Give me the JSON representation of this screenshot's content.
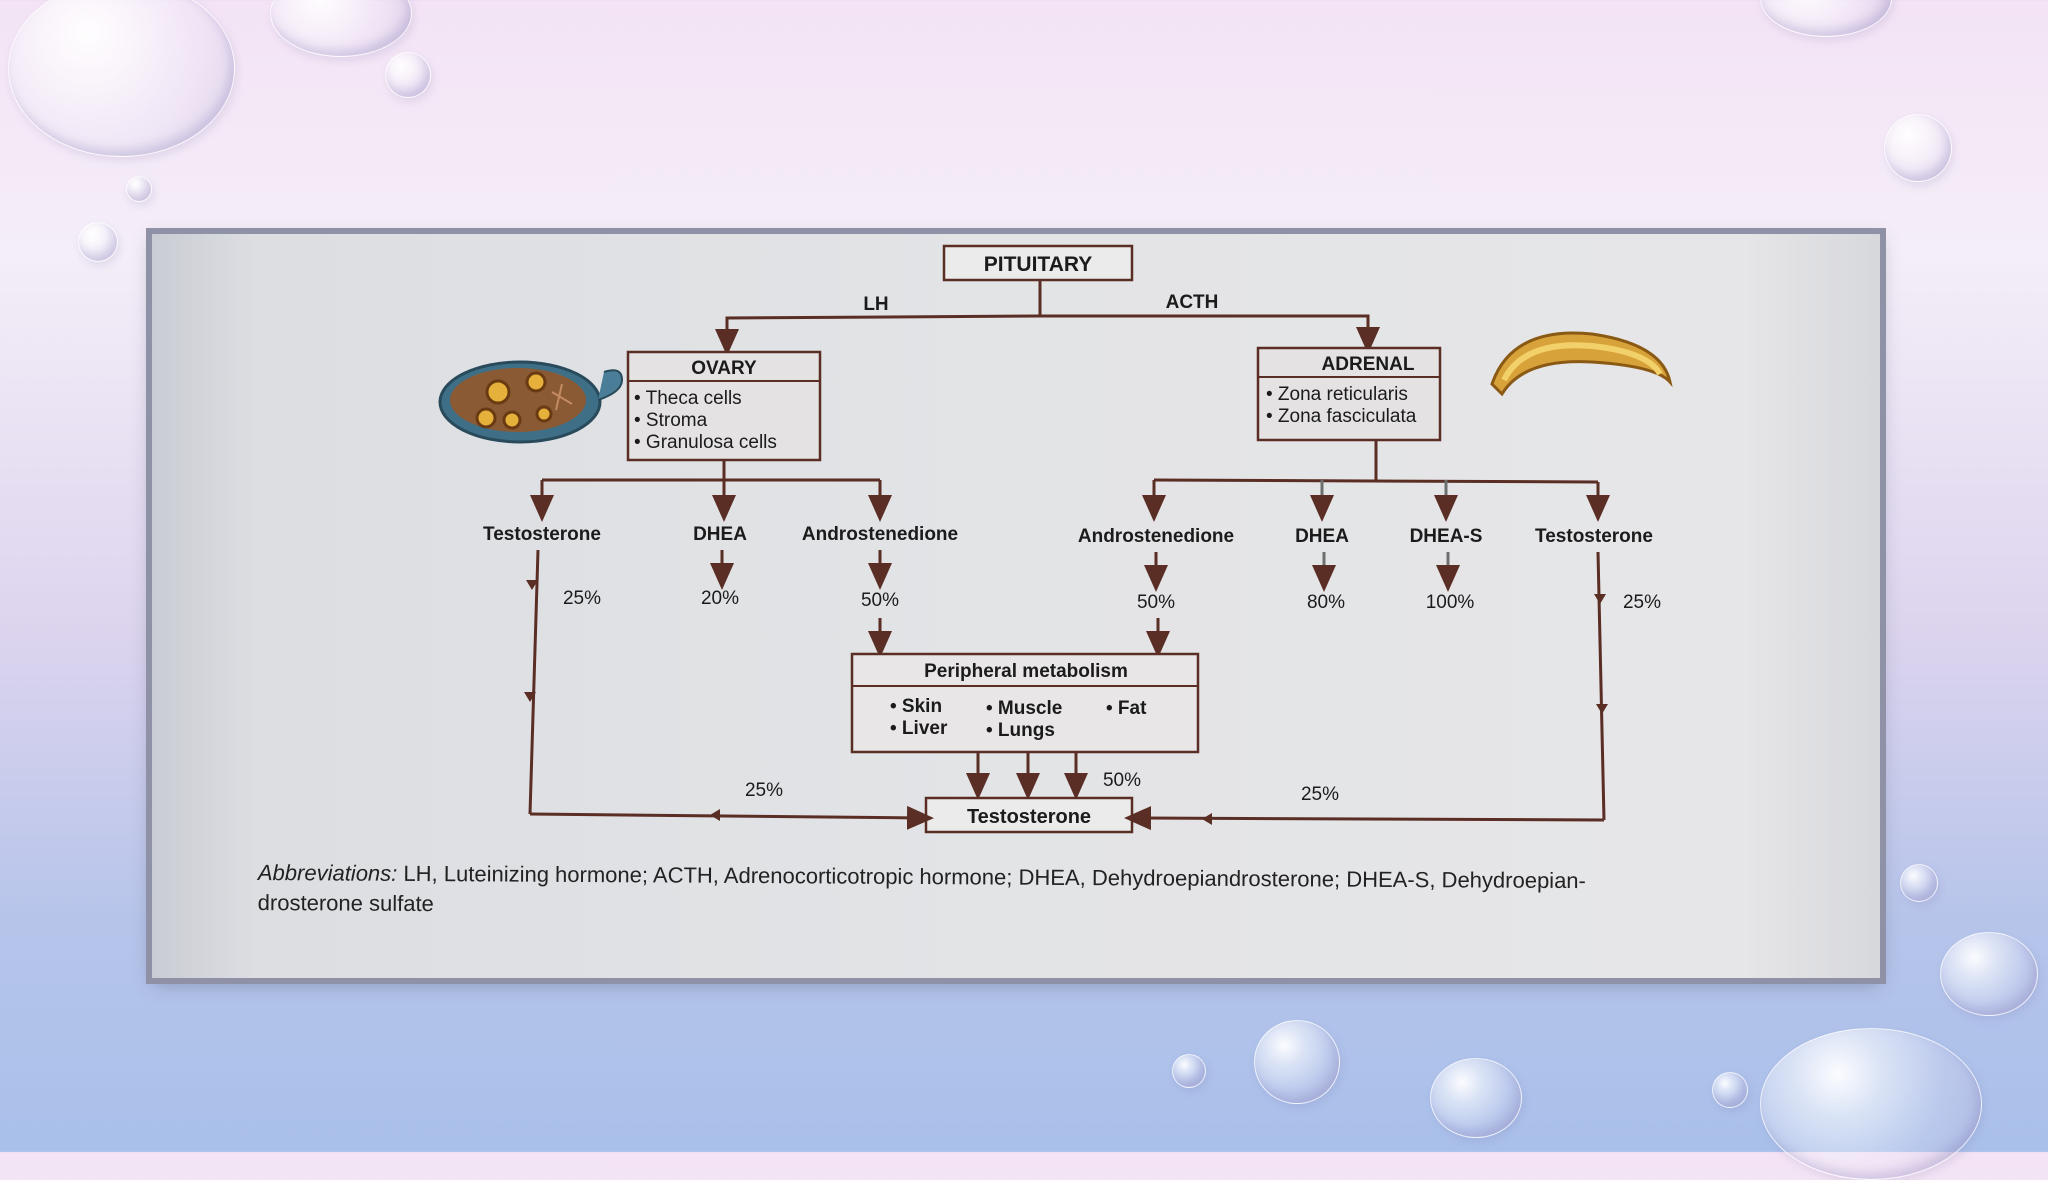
{
  "diagram": {
    "pituitary": "PITUITARY",
    "lh": "LH",
    "acth": "ACTH",
    "ovary": {
      "title": "OVARY",
      "items": [
        "• Theca cells",
        "• Stroma",
        "• Granulosa cells"
      ]
    },
    "adrenal": {
      "title": "ADRENAL",
      "items": [
        "• Zona reticularis",
        "• Zona fasciculata"
      ]
    },
    "ovary_products": [
      {
        "name": "Testosterone",
        "pct": "25%"
      },
      {
        "name": "DHEA",
        "pct": "20%"
      },
      {
        "name": "Androstenedione",
        "pct": "50%"
      }
    ],
    "adrenal_products": [
      {
        "name": "Androstenedione",
        "pct": "50%"
      },
      {
        "name": "DHEA",
        "pct": "80%"
      },
      {
        "name": "DHEA-S",
        "pct": "100%"
      },
      {
        "name": "Testosterone",
        "pct": "25%"
      }
    ],
    "peripheral": {
      "title": "Peripheral metabolism",
      "row1": [
        "• Skin",
        "• Muscle",
        "• Fat"
      ],
      "row2": [
        "• Liver",
        "• Lungs"
      ]
    },
    "peripheral_pct": "50%",
    "left_pct": "25%",
    "right_pct": "25%",
    "result": "Testosterone"
  },
  "abbreviations": {
    "label": "Abbreviations:",
    "text": "LH, Luteinizing hormone; ACTH, Adrenocorticotropic hormone; DHEA, Dehydroepiandrosterone; DHEA-S, Dehydroepian-",
    "text2": "drosterone sulfate"
  }
}
